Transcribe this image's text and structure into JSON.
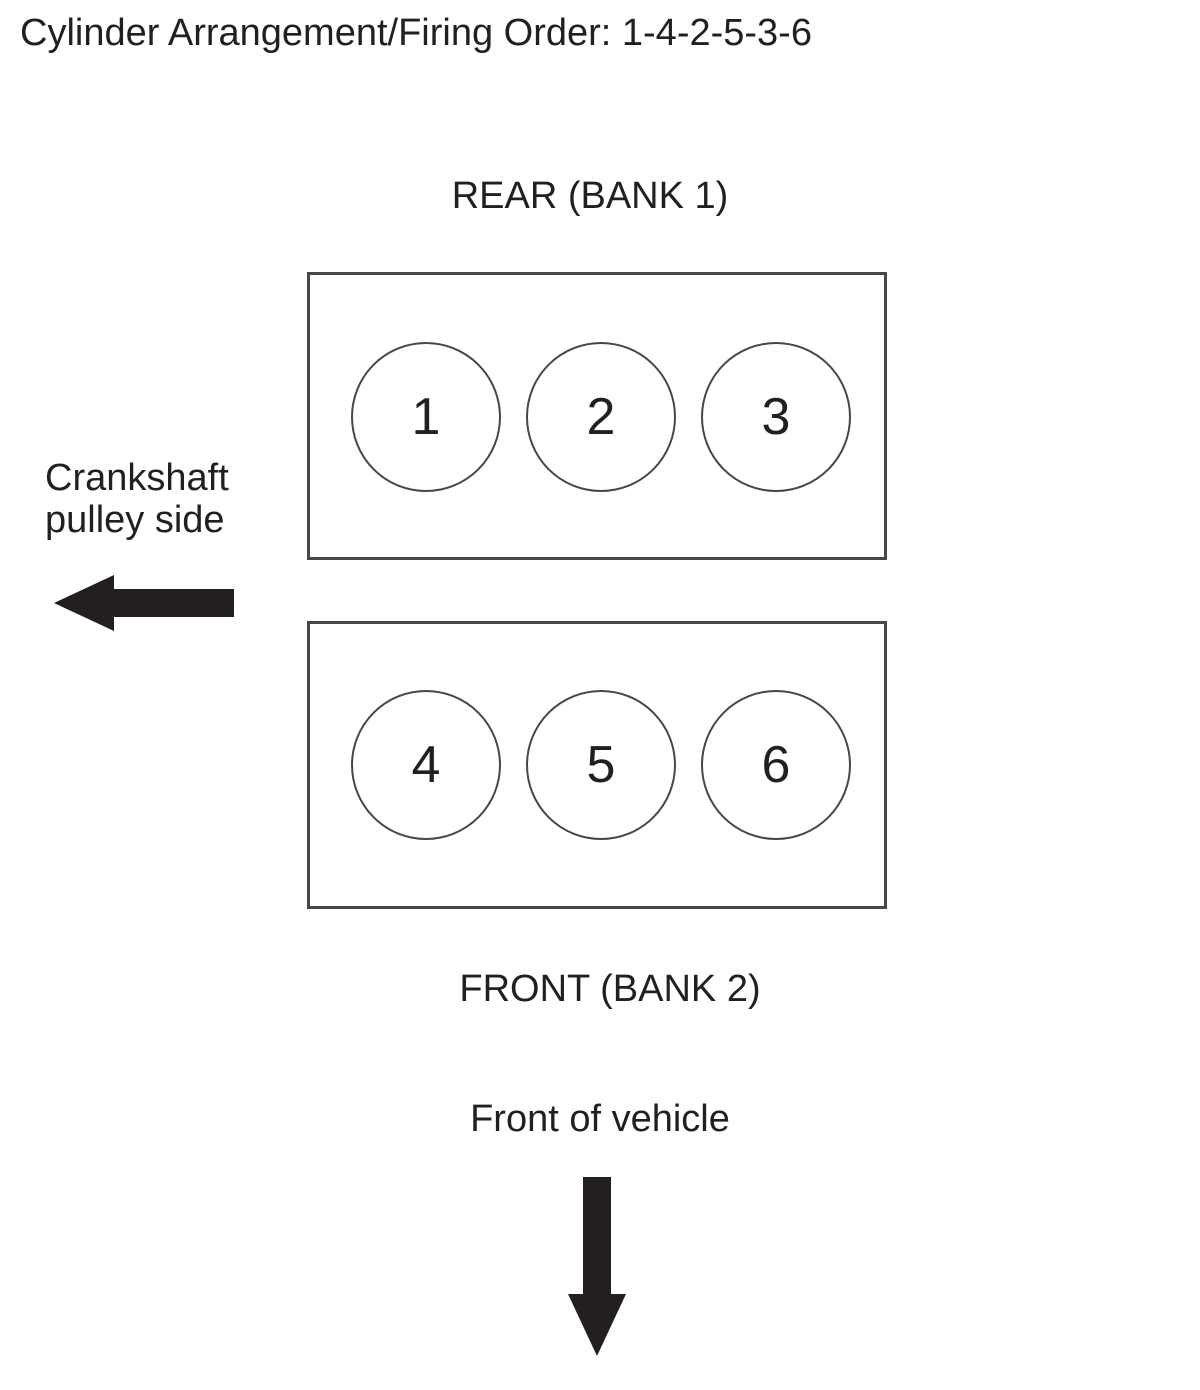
{
  "title": "Cylinder Arrangement/Firing Order: 1-4-2-5-3-6",
  "banks": {
    "rear": {
      "label": "REAR (BANK 1)",
      "cylinders": [
        "1",
        "2",
        "3"
      ]
    },
    "front": {
      "label": "FRONT (BANK 2)",
      "cylinders": [
        "4",
        "5",
        "6"
      ]
    }
  },
  "crankshaft": {
    "line1": "Crankshaft",
    "line2": "pulley side"
  },
  "vehicle_front": "Front of vehicle",
  "colors": {
    "line": "#4a4647",
    "text": "#231f20",
    "arrow": "#231f20"
  },
  "icons": {
    "left_arrow": "arrow-left-icon",
    "down_arrow": "arrow-down-icon"
  }
}
